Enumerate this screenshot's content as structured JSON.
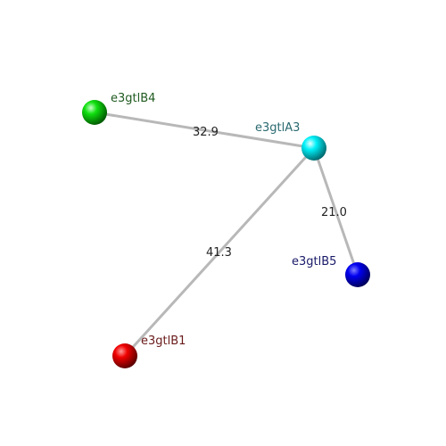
{
  "nodes": [
    {
      "id": "A3",
      "label": "e3gtlA3",
      "color": "#00e0e8",
      "label_color": "#2a6a70"
    },
    {
      "id": "B4",
      "label": "e3gtlB4",
      "color": "#00d000",
      "label_color": "#1f5a1f"
    },
    {
      "id": "B5",
      "label": "e3gtlB5",
      "color": "#0000e0",
      "label_color": "#1a1a6a"
    },
    {
      "id": "B1",
      "label": "e3gtlB1",
      "color": "#e00000",
      "label_color": "#6a1a1a"
    }
  ],
  "edges": [
    {
      "from": "B4",
      "to": "A3",
      "label": "32.9"
    },
    {
      "from": "A3",
      "to": "B5",
      "label": "21.0"
    },
    {
      "from": "A3",
      "to": "B1",
      "label": "41.3"
    }
  ],
  "colors": {
    "edge": "#b8b8b8",
    "edge_label": "#222222"
  }
}
